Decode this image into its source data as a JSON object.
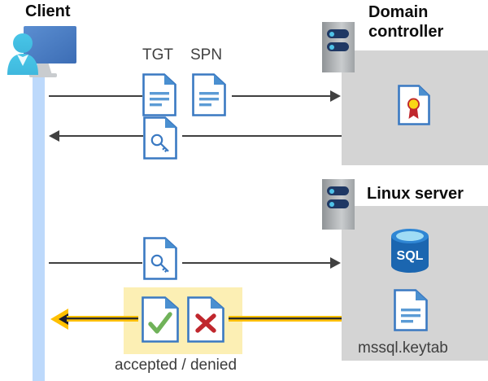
{
  "diagram": {
    "title_client": "Client",
    "title_domain_controller": "Domain\ncontroller",
    "title_linux_server": "Linux server",
    "caption_tgt": "TGT",
    "caption_spn": "SPN",
    "caption_keytab": "mssql.keytab",
    "caption_result": "accepted / denied"
  },
  "icons": {
    "client": "user-monitor-icon",
    "server_tower_dc": "server-tower-icon",
    "server_tower_linux": "server-tower-icon",
    "doc_tgt": "document-icon",
    "doc_spn": "document-icon",
    "doc_key_1": "key-document-icon",
    "doc_key_2": "key-document-icon",
    "doc_certificate": "certificate-document-icon",
    "doc_accepted": "check-document-icon",
    "doc_denied": "x-document-icon",
    "doc_keytab": "document-icon",
    "sql_database": "sql-database-icon"
  },
  "colors": {
    "lifeline": "#bdd9fb",
    "panel_gray": "#d4d4d4",
    "highlight_yellow": "#fcefb4",
    "gold_arrow": "#ffc000",
    "doc_blue": "#3a79c2",
    "doc_fold_blue": "#2e6eb5",
    "connector_gray": "#404040",
    "accept_green": "#70b259",
    "deny_red": "#c0272d",
    "sql_blue": "#1b66b0",
    "cert_gold": "#f9d616",
    "cert_red": "#c0272d",
    "tower_navy": "#1f3864",
    "tower_cyan": "#4fc3e8"
  },
  "flows": [
    {
      "name": "tgt-spn-request",
      "direction": "right",
      "row": 1
    },
    {
      "name": "ticket-response",
      "direction": "left",
      "row": 2
    },
    {
      "name": "service-ticket-request",
      "direction": "right",
      "row": 3
    },
    {
      "name": "auth-result",
      "direction": "left",
      "row": 4
    }
  ]
}
